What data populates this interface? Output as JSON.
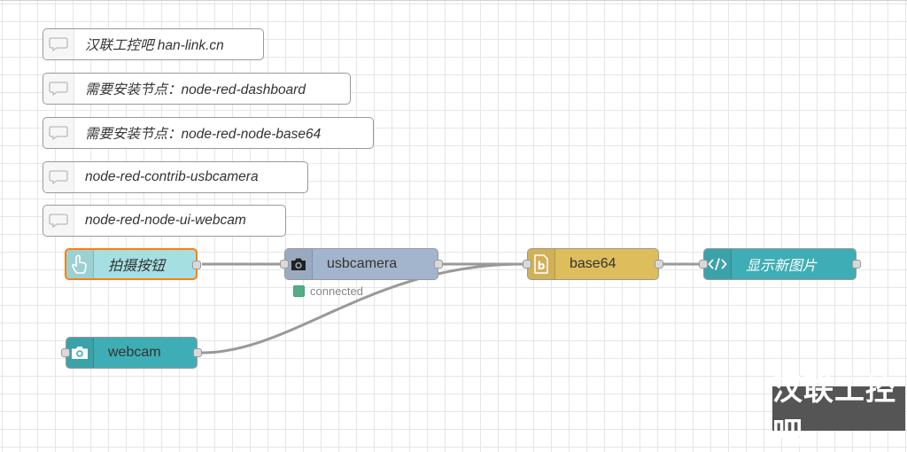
{
  "comments": [
    {
      "text": "汉联工控吧 han-link.cn"
    },
    {
      "text": "需要安装节点：node-red-dashboard"
    },
    {
      "text": "需要安装节点：node-red-node-base64"
    },
    {
      "text": "node-red-contrib-usbcamera"
    },
    {
      "text": "node-red-node-ui-webcam"
    }
  ],
  "nodes": {
    "button": {
      "label": "拍摄按钮",
      "color": "#a6dfe2",
      "icon": "hand-pointer-icon",
      "selected": true
    },
    "usbcamera": {
      "label": "usbcamera",
      "color": "#a3b5cd",
      "icon": "camera-icon",
      "status": "connected",
      "status_color": "#55aa88"
    },
    "base64": {
      "label": "base64",
      "color": "#debd5c",
      "icon": "base64-file-icon"
    },
    "template": {
      "label": "显示新图片",
      "color": "#3fadb5",
      "icon": "code-icon"
    },
    "webcam": {
      "label": "webcam",
      "color": "#3fadb5",
      "icon": "camera-icon"
    }
  },
  "watermark": "汉联工控吧"
}
